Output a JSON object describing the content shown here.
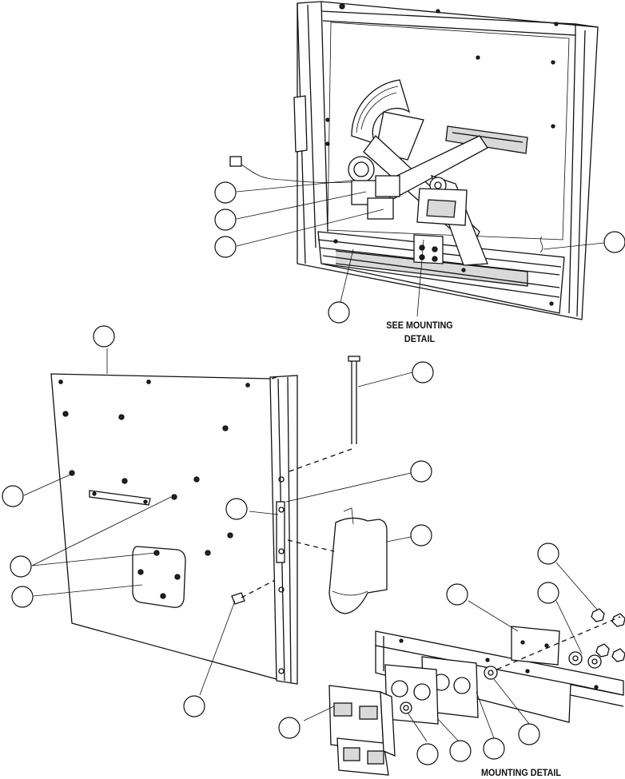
{
  "labels": {
    "see_mounting": "SEE MOUNTING",
    "detail": "DETAIL",
    "mounting_detail": "MOUNTING DETAIL"
  }
}
